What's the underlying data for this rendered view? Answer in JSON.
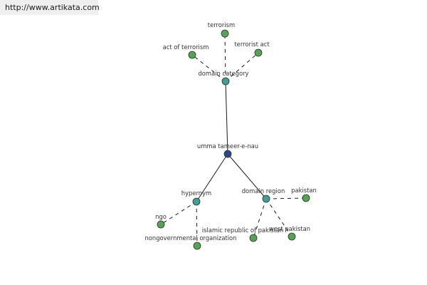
{
  "header": {
    "url": "http://www.artikata.com"
  },
  "graph": {
    "colors": {
      "edge": "#1a1a1a",
      "leaf": "#5aa05a",
      "category": "#4a9a9a",
      "center": "#33448a"
    },
    "nodes": [
      {
        "id": "center",
        "label": "umma tameer-e-nau",
        "type": "center"
      },
      {
        "id": "domain-category",
        "label": "domain category",
        "type": "category"
      },
      {
        "id": "hypernym",
        "label": "hypernym",
        "type": "category"
      },
      {
        "id": "domain-region",
        "label": "domain region",
        "type": "category"
      },
      {
        "id": "terrorism",
        "label": "terrorism",
        "type": "leaf"
      },
      {
        "id": "act-of-terrorism",
        "label": "act of terrorism",
        "type": "leaf"
      },
      {
        "id": "terrorist-act",
        "label": "terrorist act",
        "type": "leaf"
      },
      {
        "id": "ngo",
        "label": "ngo",
        "type": "leaf"
      },
      {
        "id": "nongovernmental-organization",
        "label": "nongovernmental organization",
        "type": "leaf"
      },
      {
        "id": "pakistan",
        "label": "pakistan",
        "type": "leaf"
      },
      {
        "id": "islamic-republic-of-pakistan",
        "label": "islamic republic of pakistan",
        "type": "leaf"
      },
      {
        "id": "west-pakistan",
        "label": "west pakistan",
        "type": "leaf"
      }
    ],
    "edges": [
      {
        "from": "center",
        "to": "domain-category",
        "style": "solid"
      },
      {
        "from": "center",
        "to": "hypernym",
        "style": "solid"
      },
      {
        "from": "center",
        "to": "domain-region",
        "style": "solid"
      },
      {
        "from": "domain-category",
        "to": "terrorism",
        "style": "dashed"
      },
      {
        "from": "domain-category",
        "to": "act-of-terrorism",
        "style": "dashed"
      },
      {
        "from": "domain-category",
        "to": "terrorist-act",
        "style": "dashed"
      },
      {
        "from": "hypernym",
        "to": "ngo",
        "style": "dashed"
      },
      {
        "from": "hypernym",
        "to": "nongovernmental-organization",
        "style": "dashed"
      },
      {
        "from": "domain-region",
        "to": "pakistan",
        "style": "dashed"
      },
      {
        "from": "domain-region",
        "to": "islamic-republic-of-pakistan",
        "style": "dashed"
      },
      {
        "from": "domain-region",
        "to": "west-pakistan",
        "style": "dashed"
      }
    ]
  }
}
